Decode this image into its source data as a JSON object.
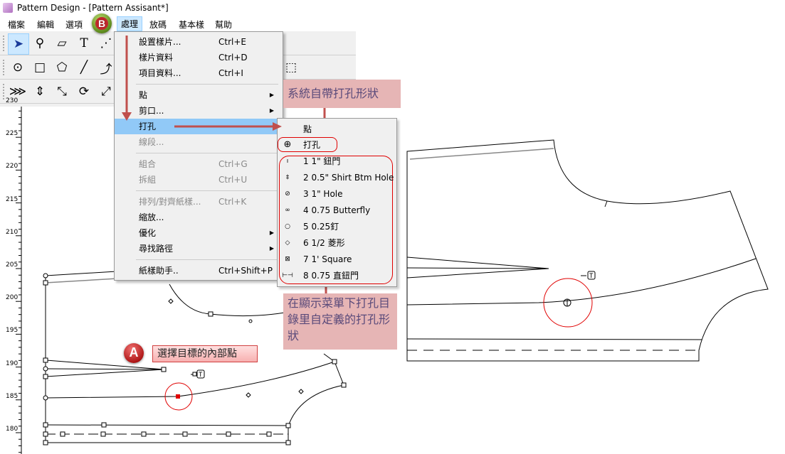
{
  "window": {
    "title": "Pattern Design - [Pattern Assisant*]"
  },
  "menubar": {
    "items": [
      "檔案",
      "編輯",
      "選項",
      "處理",
      "放碼",
      "基本樣",
      "幫助"
    ],
    "active": "處理"
  },
  "badges": {
    "a": "A",
    "b": "B"
  },
  "toolbar": {
    "row1": [
      "select-arrow",
      "zoom",
      "ruler",
      "text",
      "intersect"
    ],
    "row2": [
      "circle",
      "rectangle",
      "polygon",
      "line",
      "curve",
      "resize-box"
    ],
    "row3": [
      "fold",
      "spread",
      "mirror",
      "rotate",
      "move"
    ]
  },
  "ruler": {
    "labels": [
      "230",
      "225",
      "220",
      "215",
      "210",
      "205",
      "200",
      "195",
      "190",
      "185",
      "180"
    ]
  },
  "process_menu": {
    "items": [
      {
        "label": "設置樣片...",
        "shortcut": "Ctrl+E"
      },
      {
        "label": "樣片資料",
        "shortcut": "Ctrl+D"
      },
      {
        "label": "項目資料...",
        "shortcut": "Ctrl+I"
      },
      {
        "sep": true
      },
      {
        "label": "點",
        "submenu": true
      },
      {
        "label": "剪口...",
        "submenu": true
      },
      {
        "label": "打孔",
        "highlighted": true
      },
      {
        "label": "線段...",
        "disabled": true
      },
      {
        "sep": true
      },
      {
        "label": "組合",
        "shortcut": "Ctrl+G",
        "disabled": true
      },
      {
        "label": "拆組",
        "shortcut": "Ctrl+U",
        "disabled": true
      },
      {
        "sep": true
      },
      {
        "label": "排列/對齊紙樣...",
        "shortcut": "Ctrl+K",
        "disabled": true
      },
      {
        "label": "縮放..."
      },
      {
        "label": "優化",
        "submenu": true
      },
      {
        "label": "尋找路徑",
        "submenu": true
      },
      {
        "sep": true
      },
      {
        "label": "紙樣助手..",
        "shortcut": "Ctrl+Shift+P"
      }
    ]
  },
  "punch_submenu": {
    "items": [
      {
        "icon": "",
        "label": "點"
      },
      {
        "icon": "⊕",
        "label": "打孔"
      },
      {
        "icon": "ı",
        "label": "1 1\" 鈕門"
      },
      {
        "icon": "‡",
        "label": "2 0.5\" Shirt Btm Hole"
      },
      {
        "icon": "⊘",
        "label": "3 1\" Hole"
      },
      {
        "icon": "∞",
        "label": "4 0.75 Butterfly"
      },
      {
        "icon": "○",
        "label": "5 0.25釘"
      },
      {
        "icon": "◇",
        "label": "6 1/2 菱形"
      },
      {
        "icon": "⊠",
        "label": "7 1' Square"
      },
      {
        "icon": "⊢⊣",
        "label": "8 0.75 直鈕門"
      }
    ]
  },
  "annotations": {
    "system_shapes": "系統自帶打孔形狀",
    "custom_shapes": "在顯示菜單下打孔目錄里自定義的打孔形狀",
    "select_point": "選擇目標的內部點"
  },
  "pattern_label": "T",
  "colors": {
    "accent_red": "#c0504d",
    "highlight": "#91c9f7",
    "note_bg": "#e6b5b5",
    "marker_red": "#e00000"
  }
}
